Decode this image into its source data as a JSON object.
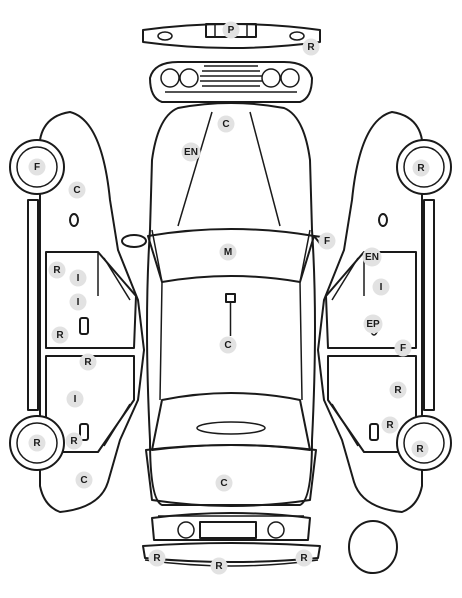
{
  "diagram": {
    "labels": [
      {
        "id": "front-bumper-p",
        "text": "P"
      },
      {
        "id": "front-bumper-r",
        "text": "R"
      },
      {
        "id": "hood-c",
        "text": "C"
      },
      {
        "id": "hood-en",
        "text": "EN"
      },
      {
        "id": "windshield-m",
        "text": "M"
      },
      {
        "id": "roof-c",
        "text": "C"
      },
      {
        "id": "trunk-c",
        "text": "C"
      },
      {
        "id": "rear-bumper-r-left",
        "text": "R"
      },
      {
        "id": "rear-bumper-r-center",
        "text": "R"
      },
      {
        "id": "rear-bumper-r-right",
        "text": "R"
      },
      {
        "id": "left-front-wheel-f",
        "text": "F"
      },
      {
        "id": "left-fender-c",
        "text": "C"
      },
      {
        "id": "left-front-door-r",
        "text": "R"
      },
      {
        "id": "left-front-door-i-1",
        "text": "I"
      },
      {
        "id": "left-front-door-i-2",
        "text": "I"
      },
      {
        "id": "left-front-door-r-2",
        "text": "R"
      },
      {
        "id": "left-rear-door-r",
        "text": "R"
      },
      {
        "id": "left-rear-door-i",
        "text": "I"
      },
      {
        "id": "left-rear-door-r-2",
        "text": "R"
      },
      {
        "id": "left-rear-wheel-r",
        "text": "R"
      },
      {
        "id": "left-quarter-c",
        "text": "C"
      },
      {
        "id": "right-front-wheel-r",
        "text": "R"
      },
      {
        "id": "right-mirror-f",
        "text": "F"
      },
      {
        "id": "right-front-door-en",
        "text": "EN"
      },
      {
        "id": "right-front-door-i",
        "text": "I"
      },
      {
        "id": "right-front-door-ep",
        "text": "EP"
      },
      {
        "id": "right-pillar-f",
        "text": "F"
      },
      {
        "id": "right-rear-door-r",
        "text": "R"
      },
      {
        "id": "right-rear-door-r-2",
        "text": "R"
      },
      {
        "id": "right-rear-wheel-r",
        "text": "R"
      }
    ]
  }
}
